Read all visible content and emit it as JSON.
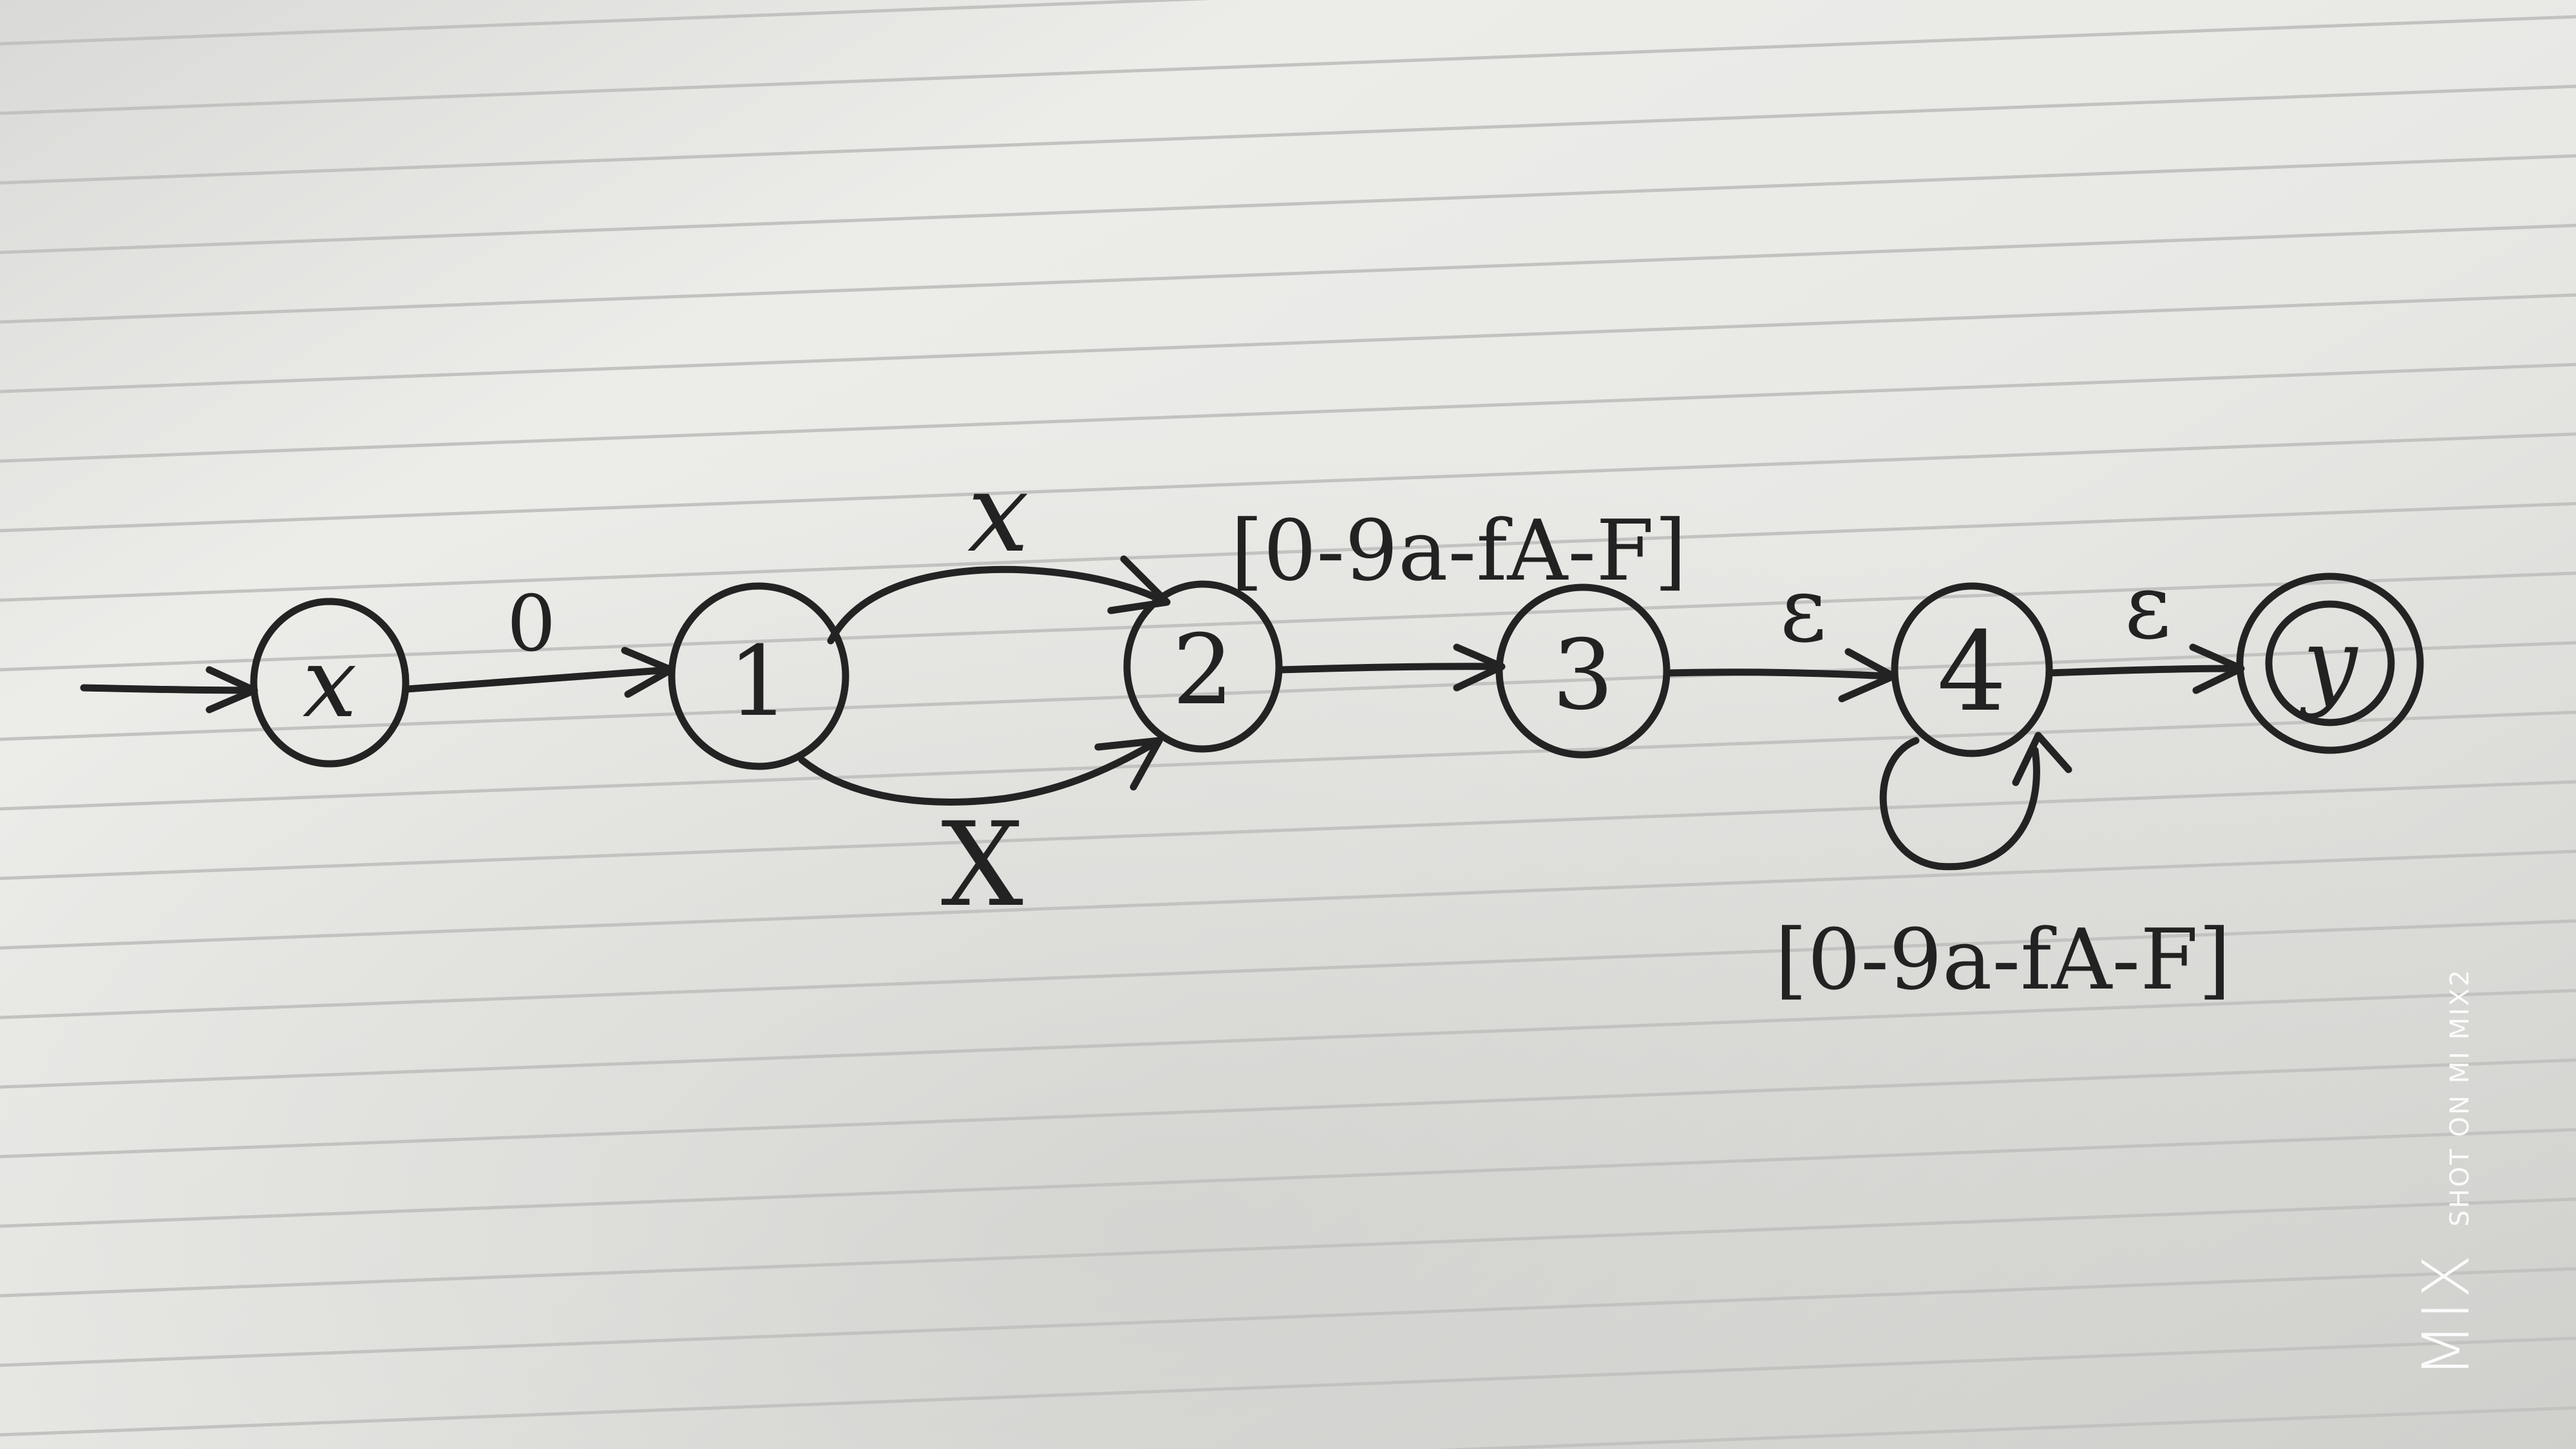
{
  "diagram": {
    "type": "finite state automaton (hand-drawn)",
    "states": [
      {
        "id": "x",
        "label": "x",
        "start": true,
        "accepting": false
      },
      {
        "id": "1",
        "label": "1",
        "start": false,
        "accepting": false
      },
      {
        "id": "2",
        "label": "2",
        "start": false,
        "accepting": false
      },
      {
        "id": "3",
        "label": "3",
        "start": false,
        "accepting": false
      },
      {
        "id": "4",
        "label": "4",
        "start": false,
        "accepting": false
      },
      {
        "id": "y",
        "label": "y",
        "start": false,
        "accepting": true
      }
    ],
    "transitions": [
      {
        "from": "x",
        "to": "1",
        "label": "0"
      },
      {
        "from": "1",
        "to": "2",
        "label": "x"
      },
      {
        "from": "1",
        "to": "2",
        "label": "X"
      },
      {
        "from": "2",
        "to": "3",
        "label": "[0-9a-fA-F]"
      },
      {
        "from": "3",
        "to": "4",
        "label": "ε"
      },
      {
        "from": "4",
        "to": "4",
        "label": "[0-9a-fA-F]"
      },
      {
        "from": "4",
        "to": "y",
        "label": "ε"
      }
    ]
  },
  "watermark": {
    "logo": "MIX",
    "caption": "SHOT ON MI MIX2"
  },
  "colors": {
    "paper_light": "#f2f2f0",
    "paper_shadow": "#c9c9c7",
    "ink": "#232323",
    "rule_line": "#c2c2c0"
  }
}
